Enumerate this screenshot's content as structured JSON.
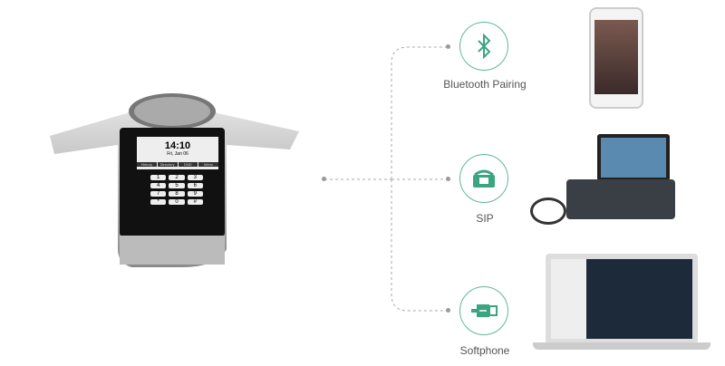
{
  "device": {
    "time": "14:10",
    "date": "Fri, Jan 06",
    "softkeys": [
      "History",
      "Directory",
      "DND",
      "Menu"
    ],
    "keys": [
      "1",
      "2",
      "3",
      "4",
      "5",
      "6",
      "7",
      "8",
      "9",
      "*",
      "0",
      "#"
    ]
  },
  "connections": [
    {
      "label": "Bluetooth Pairing",
      "icon": "bluetooth-icon"
    },
    {
      "label": "SIP",
      "icon": "desk-phone-icon"
    },
    {
      "label": "Softphone",
      "icon": "usb-icon"
    }
  ],
  "colors": {
    "accent": "#3aa57f",
    "line": "#aaaaaa"
  }
}
